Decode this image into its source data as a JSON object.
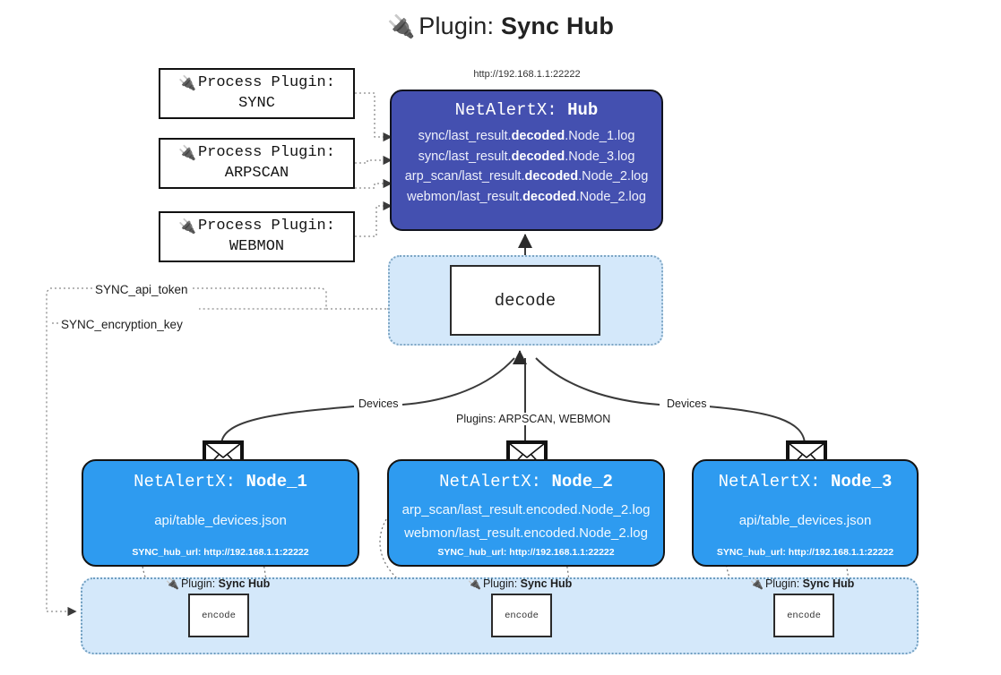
{
  "title": {
    "icon": "plug-icon",
    "prefix": "Plugin:",
    "name": "Sync Hub"
  },
  "hub": {
    "url": "http://192.168.1.1:22222",
    "title_prefix": "NetAlertX:",
    "title_name": "Hub",
    "lines": [
      {
        "pre": "sync/last_result.",
        "em": "decoded",
        "post": ".Node_1.log"
      },
      {
        "pre": "sync/last_result.",
        "em": "decoded",
        "post": ".Node_3.log"
      },
      {
        "pre": "arp_scan/last_result.",
        "em": "decoded",
        "post": ".Node_2.log"
      },
      {
        "pre": "webmon/last_result.",
        "em": "decoded",
        "post": ".Node_2.log"
      }
    ]
  },
  "plugins": [
    {
      "icon": "plug-icon",
      "line1": "Process Plugin:",
      "line2": "SYNC"
    },
    {
      "icon": "plug-icon",
      "line1": "Process Plugin:",
      "line2": "ARPSCAN"
    },
    {
      "icon": "plug-icon",
      "line1": "Process Plugin:",
      "line2": "WEBMON"
    }
  ],
  "decode": {
    "label": "decode"
  },
  "tokens": [
    {
      "label": "SYNC_api_token"
    },
    {
      "label": "SYNC_encryption_key"
    }
  ],
  "edge_labels": {
    "devices_left": "Devices",
    "devices_right": "Devices",
    "plugins_center": "Plugins: ARPSCAN, WEBMON"
  },
  "nodes": [
    {
      "title_prefix": "NetAlertX:",
      "title_name": "Node_1",
      "lines": [
        "api/table_devices.json"
      ],
      "url_key": "SYNC_hub_url:",
      "url_value": "http://192.168.1.1:22222",
      "envelope_icon": "envelope-icon"
    },
    {
      "title_prefix": "NetAlertX:",
      "title_name": "Node_2",
      "lines": [
        "arp_scan/last_result.encoded.Node_2.log",
        "webmon/last_result.encoded.Node_2.log"
      ],
      "url_key": "SYNC_hub_url:",
      "url_value": "http://192.168.1.1:22222",
      "envelope_icon": "envelope-icon"
    },
    {
      "title_prefix": "NetAlertX:",
      "title_name": "Node_3",
      "lines": [
        "api/table_devices.json"
      ],
      "url_key": "SYNC_hub_url:",
      "url_value": "http://192.168.1.1:22222",
      "envelope_icon": "envelope-icon"
    }
  ],
  "encoders": [
    {
      "icon": "plug-icon",
      "prefix": "Plugin:",
      "name": "Sync Hub",
      "box_label": "encode"
    },
    {
      "icon": "plug-icon",
      "prefix": "Plugin:",
      "name": "Sync Hub",
      "box_label": "encode"
    },
    {
      "icon": "plug-icon",
      "prefix": "Plugin:",
      "name": "Sync Hub",
      "box_label": "encode"
    }
  ],
  "colors": {
    "hub_fill": "#4450b0",
    "node_fill": "#2e9bf0",
    "region_fill": "#d4e8fa",
    "stroke": "#141414",
    "background": "#ffffff"
  }
}
